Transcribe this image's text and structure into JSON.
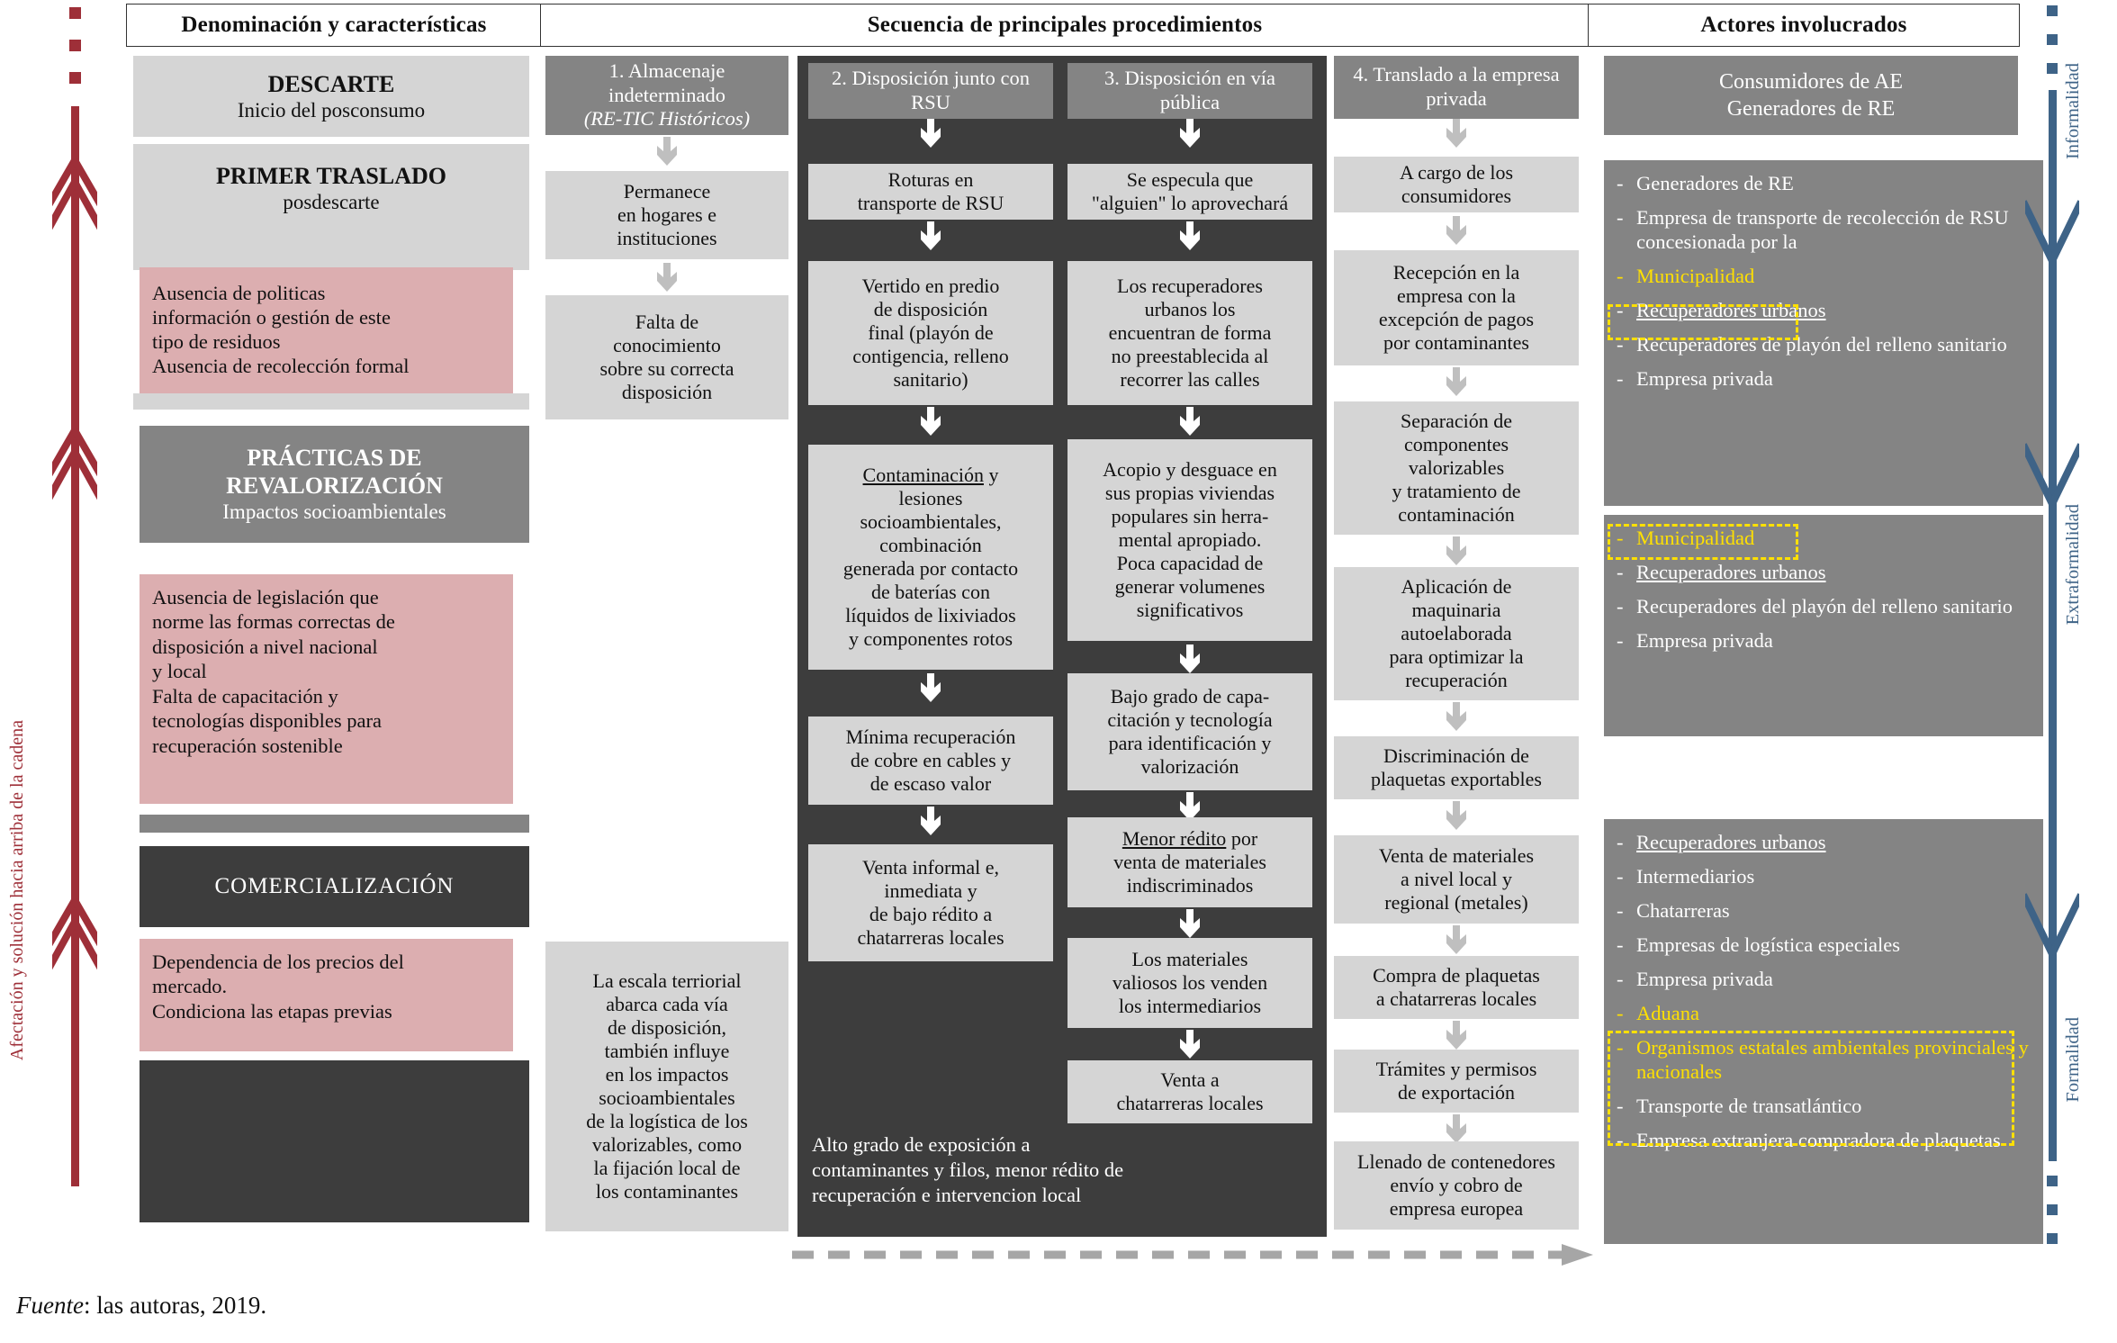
{
  "headers": {
    "col1": "Denominación y características",
    "col2": "Secuencia de principales procedimientos",
    "col3": "Actores involucrados"
  },
  "stages": [
    {
      "title": "DESCARTE",
      "subtitle": "Inicio del posconsumo",
      "shade": "light"
    },
    {
      "title": "PRIMER TRASLADO",
      "subtitle": "posdescarte",
      "shade": "light"
    },
    {
      "title": "PRÁCTICAS DE REVALORIZACIÓN",
      "subtitle": "Impactos socioambientales",
      "shade": "medium"
    },
    {
      "title": "COMERCIALIZACIÓN",
      "subtitle": "",
      "shade": "dark"
    }
  ],
  "problems": [
    "Ausencia de politicas\ninformación o gestión de este\ntipo de residuos\nAusencia de recolección formal",
    "Ausencia de legislación que\nnorme las formas correctas de\ndisposición a nivel nacional\ny local\nFalta de capacitación y\ntecnologías disponibles para\nrecuperación sostenible",
    "Dependencia de los precios del\nmercado.\nCondiciona las etapas previas"
  ],
  "flows": [
    {
      "id": "col1",
      "head": "1. Almacenaje indeterminado",
      "head_italic": "(RE-TIC Históricos)",
      "nodes": [
        "Permanece\nen hogares e\ninstituciones",
        "Falta de\nconocimiento\nsobre su correcta\ndisposición"
      ],
      "footer": "La escala terriorial\nabarca cada vía\nde disposición,\ntambién influye\nen los impactos\nsocioambientales\nde la logística de los\nvalorizables, como\nla fijación local de\nlos contaminantes"
    },
    {
      "id": "col2",
      "head": "2. Disposición junto con RSU",
      "head_italic": "",
      "nodes": [
        "Roturas en\ntransporte de RSU",
        "Vertido en predio\nde disposición\nfinal (playón de\ncontigencia, relleno\nsanitario)",
        "Contaminación y\nlesiones\nsocioambientales,\ncombinación\ngenerada por contacto\nde baterías con\nlíquidos de lixiviados\ny componentes rotos",
        "Mínima recuperación\nde cobre en cables y\nde escaso valor",
        "Venta informal e,\ninmediata y\nde bajo rédito a\nchatarreras locales"
      ],
      "underlines": [
        "Contaminación",
        "de bajo rédito"
      ],
      "footer": ""
    },
    {
      "id": "col3",
      "head": "3. Disposición en vía pública",
      "head_italic": "",
      "nodes": [
        "Se especula que\n\"alguien\" lo aprovechará",
        "Los recuperadores\nurbanos los\nencuentran de forma\nno preestablecida al\nrecorrer las calles",
        "Acopio y desguace en\nsus propias viviendas\npopulares sin herra-\nmental apropiado.\nPoca capacidad de\ngenerar volumenes\nsignificativos",
        "Bajo grado de capa-\ncitación y tecnología\npara identificación y\nvalorización",
        "Menor rédito por\nventa de materiales\nindiscriminados",
        "Los materiales\nvaliosos los venden\nlos intermediarios",
        "Venta a\nchatarreras locales"
      ],
      "underlines": [
        "Menor rédito"
      ],
      "footer": ""
    },
    {
      "id": "col4",
      "head": "4. Translado a la empresa privada",
      "head_italic": "",
      "nodes": [
        "A cargo de los\nconsumidores",
        "Recepción en la\nempresa con la\nexcepción de pagos\npor contaminantes",
        "Separación de\ncomponentes\nvalorizables\ny tratamiento de\ncontaminación",
        "Aplicación de\nmaquinaria\nautoelaborada\npara optimizar la\nrecuperación",
        "Discriminación de\nplaquetas exportables",
        "Venta de materiales\na nivel local y\nregional (metales)",
        "Compra de plaquetas\na chatarreras locales",
        "Trámites y permisos\nde exportación",
        "Llenado de contenedores\nenvío y cobro de\nempresa europea"
      ],
      "footer": ""
    }
  ],
  "dark_panel_note": "Alto grado de exposición a\ncontaminantes y filos, menor rédito de\nrecuperación e intervencion local",
  "actors": {
    "top": "Consumidores de AE\nGeneradores de RE",
    "groups": [
      {
        "items": [
          {
            "text": "Generadores de RE",
            "style": "plain"
          },
          {
            "text": "Empresa de transporte de recolección de RSU concesionada por la",
            "style": "plain"
          },
          {
            "text": "Municipalidad",
            "style": "highlight"
          },
          {
            "text": "Recuperadores urbanos",
            "style": "underline"
          },
          {
            "text": "Recuperadores de playón del relleno sanitario",
            "style": "plain"
          },
          {
            "text": "Empresa privada",
            "style": "plain"
          }
        ]
      },
      {
        "items": [
          {
            "text": "Municipalidad",
            "style": "highlight"
          },
          {
            "text": "Recuperadores urbanos",
            "style": "underline"
          },
          {
            "text": "Recuperadores del playón del relleno sanitario",
            "style": "plain"
          },
          {
            "text": "Empresa privada",
            "style": "plain"
          }
        ]
      },
      {
        "items": [
          {
            "text": "Recuperadores urbanos",
            "style": "underline"
          },
          {
            "text": "Intermediarios",
            "style": "plain"
          },
          {
            "text": "Chatarreras",
            "style": "plain"
          },
          {
            "text": "Empresas de logística especiales",
            "style": "plain"
          },
          {
            "text": "Empresa privada",
            "style": "plain"
          },
          {
            "text": "Aduana",
            "style": "highlight"
          },
          {
            "text": "Organismos estatales ambientales provinciales y nacionales",
            "style": "highlight"
          },
          {
            "text": "Transporte de transatlántico",
            "style": "plain"
          },
          {
            "text": "Empresa extranjera compradora de plaquetas",
            "style": "plain"
          }
        ]
      }
    ]
  },
  "axis_left": "Afectación y solución hacia arriba de la cadena",
  "axis_right": [
    "Informalidad",
    "Extraformalidad",
    "Formalidad"
  ],
  "caption_label": "Fuente",
  "caption_text": ": las autoras, 2019.",
  "colors": {
    "pink": "#dcaeb0",
    "light_grey": "#d5d5d5",
    "medium_grey": "#848484",
    "dark_grey": "#3d3d3d",
    "left_axis": "#9e2f38",
    "right_axis": "#3e6387",
    "highlight": "#ffe000"
  }
}
